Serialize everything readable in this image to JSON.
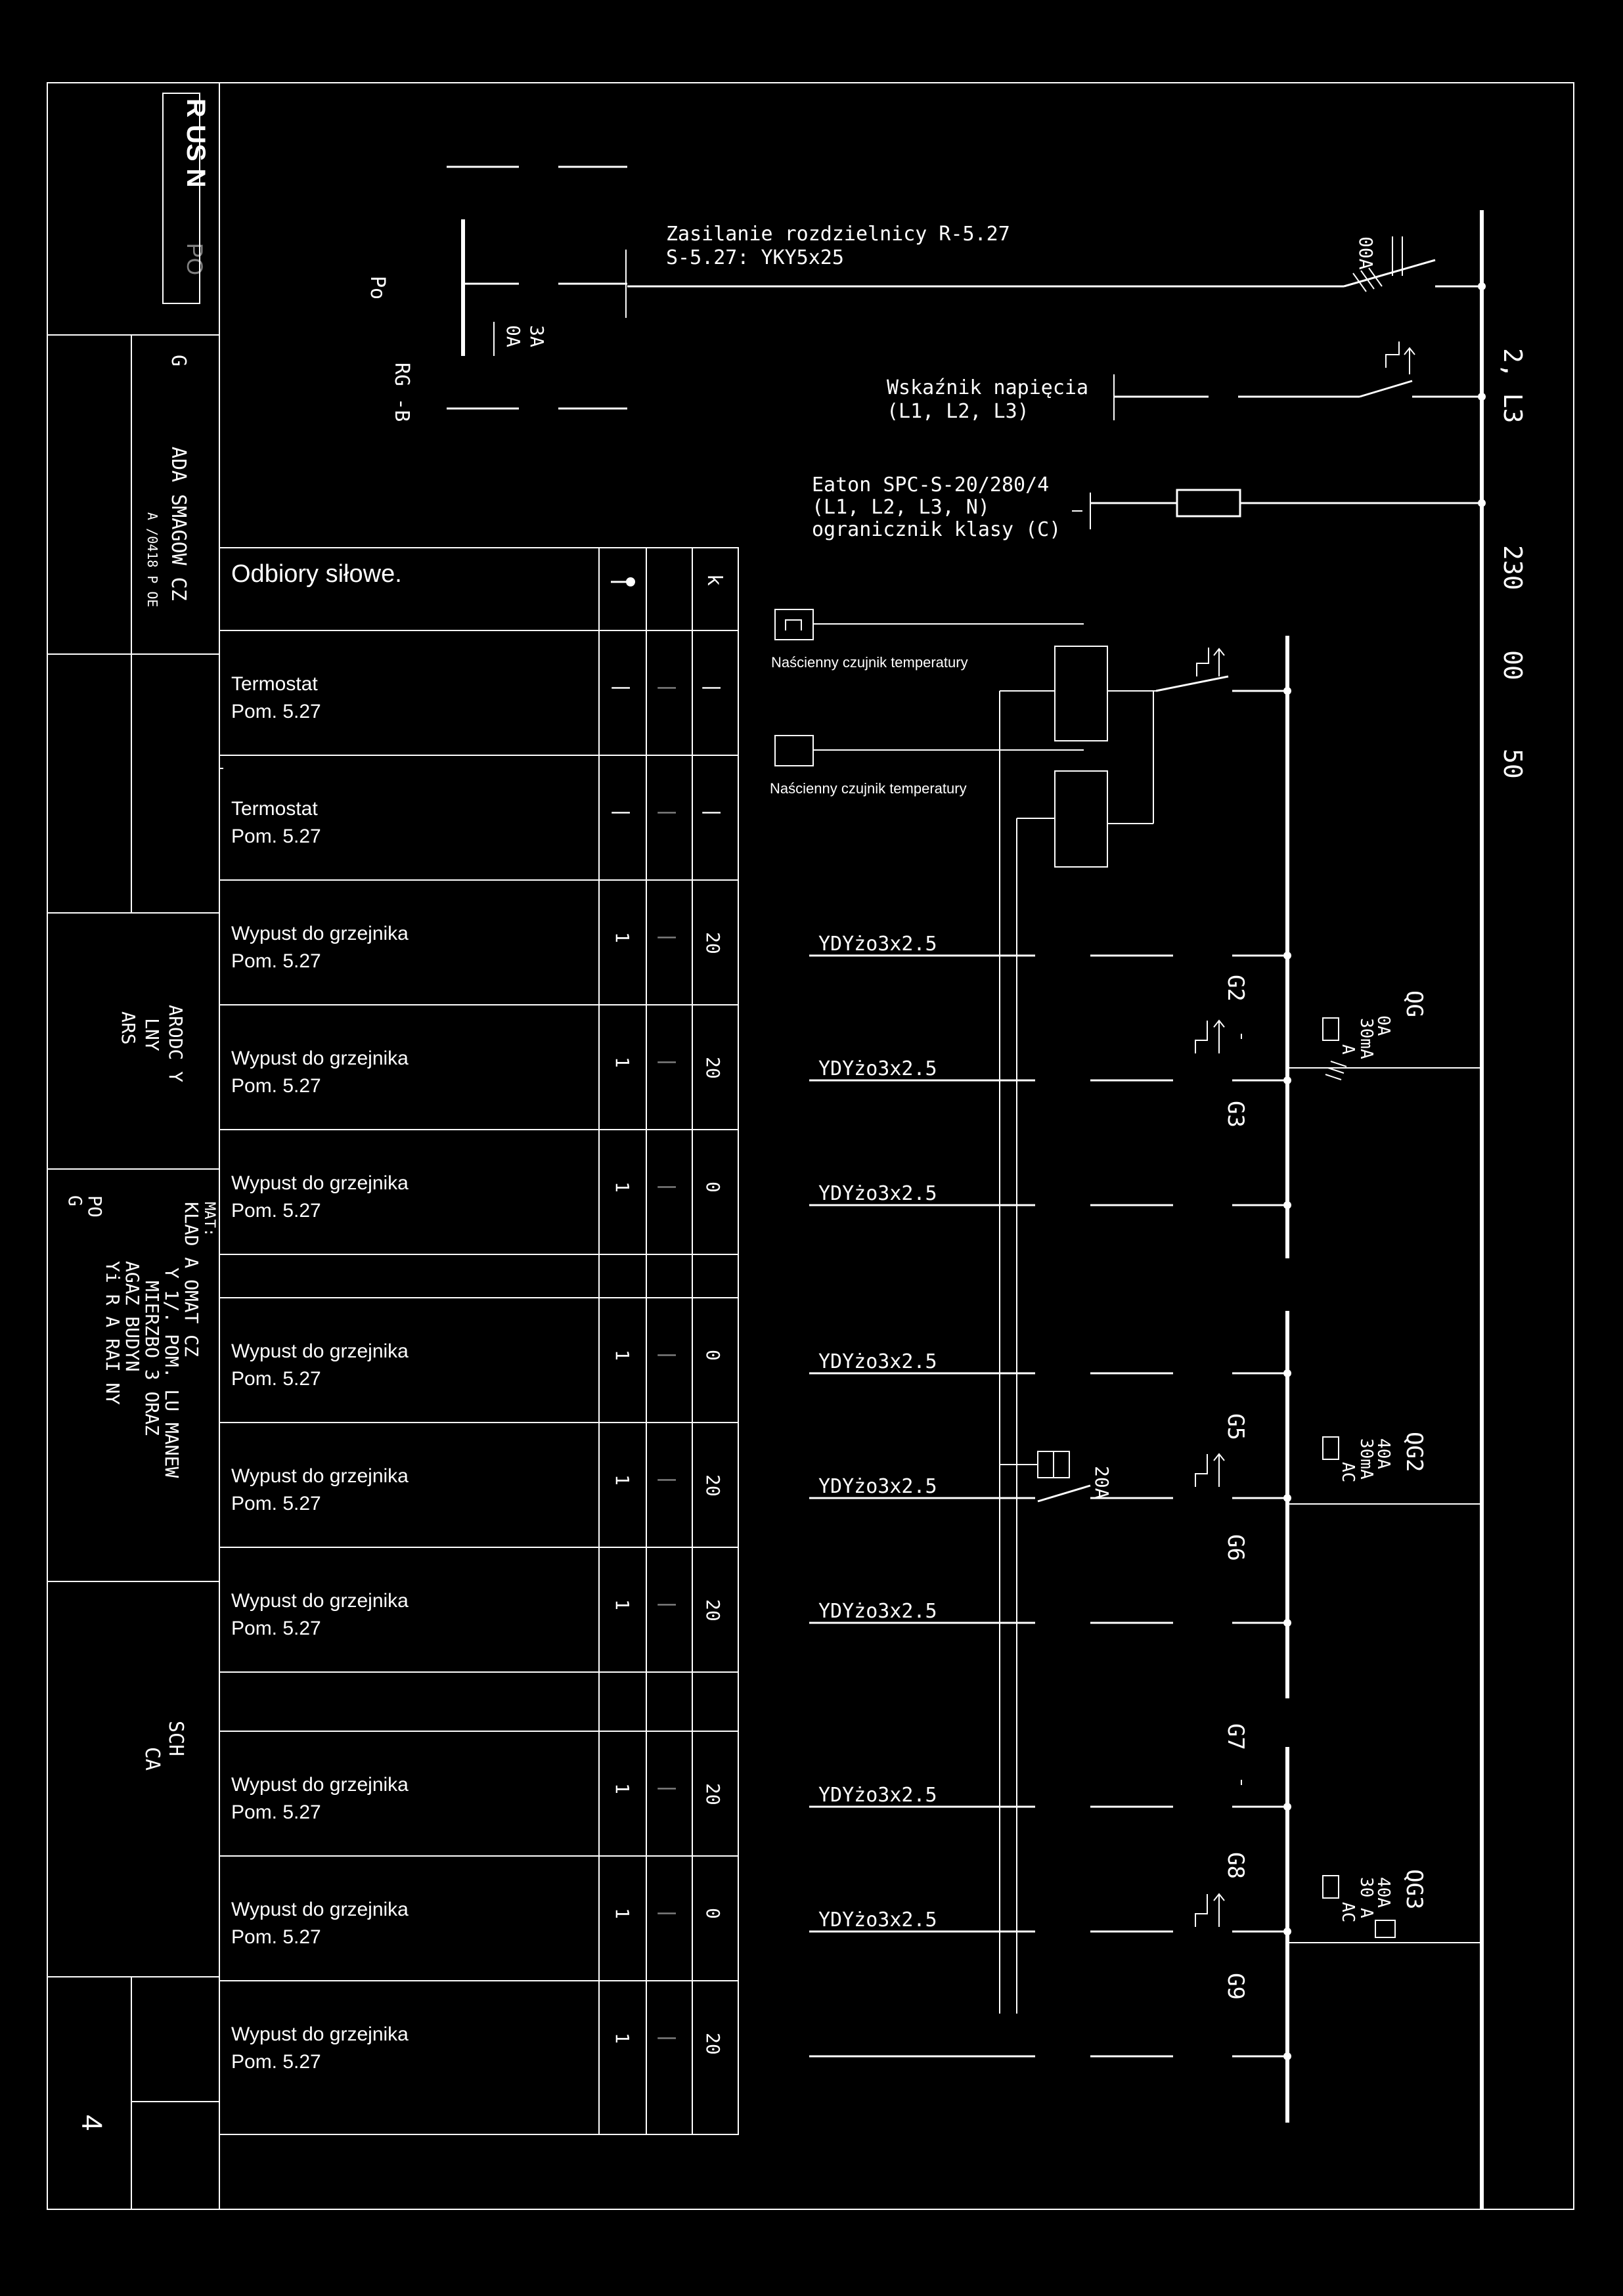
{
  "title_block": {
    "logo_text": "R US N",
    "logo_small": "PO",
    "col_g": "G",
    "designer": "ADA SMAGOW CZ",
    "designer_id": "A /0418 P OE",
    "role1": "ARODC Y",
    "role2": "LNY",
    "role3": "ARS",
    "material_label": "MAT:",
    "material_1": "KLAD A OMAT CZ",
    "material_2": "Y 1/. POM. LU MANEW",
    "material_3": "MIERZBO 3 ORAZ",
    "material_4": "AGAZ BUDYN",
    "material_5": "Yi R A RAI NY",
    "material_6": "PO",
    "material_7": "G",
    "drawing_title_1": "SCH",
    "drawing_title_2": "CA",
    "sheet_number": "4"
  },
  "supply": {
    "line1": "Zasilanie rozdzielnicy R-5.27",
    "line2": "S-5.27: YKY5x25",
    "po_label": "Po",
    "fuse_rating_1": "3A",
    "fuse_rating_2": "0A",
    "rg_label": "RG -B",
    "main_switch_rating": "00A"
  },
  "indicator": {
    "line1": "Wskaźnik napięcia",
    "line2": "(L1, L2, L3)"
  },
  "surge": {
    "line1": "Eaton SPC-S-20/280/4",
    "line2": "(L1, L2, L3, N)",
    "line3": "ogranicznik klasy (C)"
  },
  "right_labels": {
    "phases": "2, L3",
    "voltage": "230",
    "current": "00",
    "freq": "50"
  },
  "table": {
    "header": "Odbiory siłowe.",
    "header_col3": "k",
    "rows": [
      {
        "l1": "Termostat",
        "l2": "Pom. 5.27",
        "c1": "|",
        "c2": "|",
        "c3": "|",
        "cable": ""
      },
      {
        "l1": "Termostat",
        "l2": "Pom. 5.27",
        "c1": "|",
        "c2": "|",
        "c3": "|",
        "cable": ""
      },
      {
        "l1": "Wypust do grzejnika",
        "l2": "Pom. 5.27",
        "c1": "1",
        "c2": "|",
        "c3": "20",
        "cable": "YDYżo3x2.5"
      },
      {
        "l1": "Wypust do grzejnika",
        "l2": "Pom. 5.27",
        "c1": "1",
        "c2": "|",
        "c3": "20",
        "cable": "YDYżo3x2.5"
      },
      {
        "l1": "Wypust do grzejnika",
        "l2": "Pom. 5.27",
        "c1": "1",
        "c2": "|",
        "c3": "0",
        "cable": "YDYżo3x2.5"
      },
      {
        "l1": "",
        "l2": "",
        "c1": "",
        "c2": "",
        "c3": "",
        "cable": ""
      },
      {
        "l1": "Wypust do grzejnika",
        "l2": "Pom. 5.27",
        "c1": "1",
        "c2": "|",
        "c3": "0",
        "cable": "YDYżo3x2.5"
      },
      {
        "l1": "Wypust do grzejnika",
        "l2": "Pom. 5.27",
        "c1": "1",
        "c2": "|",
        "c3": "20",
        "cable": "YDYżo3x2.5"
      },
      {
        "l1": "Wypust do grzejnika",
        "l2": "Pom. 5.27",
        "c1": "1",
        "c2": "|",
        "c3": "20",
        "cable": "YDYżo3x2.5"
      },
      {
        "l1": "",
        "l2": "",
        "c1": "",
        "c2": "",
        "c3": "",
        "cable": ""
      },
      {
        "l1": "Wypust do grzejnika",
        "l2": "Pom. 5.27",
        "c1": "1",
        "c2": "|",
        "c3": "20",
        "cable": "YDYżo3x2.5"
      },
      {
        "l1": "Wypust do grzejnika",
        "l2": "Pom. 5.27",
        "c1": "1",
        "c2": "|",
        "c3": "0",
        "cable": "YDYżo3x2.5"
      },
      {
        "l1": "Wypust do grzejnika",
        "l2": "Pom. 5.27",
        "c1": "1",
        "c2": "|",
        "c3": "20",
        "cable": ""
      }
    ]
  },
  "sensors": {
    "label1": "Naścienny czujnik temperatury",
    "label2": "Naścienny czujnik temperatury"
  },
  "rcd_groups": [
    {
      "name": "QG",
      "rating": "0A",
      "sens": "30mA",
      "type": "A"
    },
    {
      "name": "QG2",
      "rating": "40A",
      "sens": "30mA",
      "type": "AC"
    },
    {
      "name": "QG3",
      "rating": "40A",
      "sens": "30 A",
      "type": "AC"
    }
  ],
  "breakers": {
    "g2": "G2",
    "g3": "G3",
    "g5": "G5",
    "g6": "G6",
    "g7": "G7",
    "g8": "G8",
    "g9": "G9",
    "contactor": "20A"
  }
}
